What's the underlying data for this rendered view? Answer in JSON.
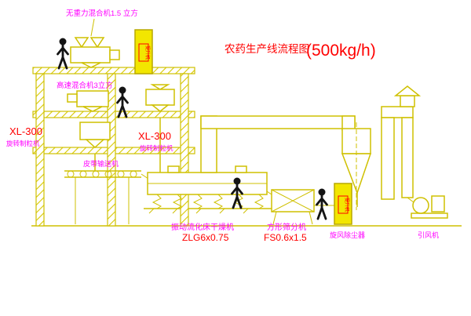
{
  "title": {
    "text": "农药生产线流程图",
    "capacity": "(500kg/h)"
  },
  "labels": {
    "gravity_mixer": "无重力混合机1.5 立方",
    "high_speed_mixer": "高速混合机3立方",
    "granulator_left_model": "XL-300",
    "granulator_left_name": "旋转制粒机",
    "granulator_mid_model": "XL-300",
    "granulator_mid_name": "旋转制粒机",
    "belt_conveyor": "皮带输送机",
    "dryer_name": "振动流化床干燥机",
    "dryer_model": "ZLG6x0.75",
    "sieve_name": "方形筛分机",
    "sieve_model": "FS0.6x1.5",
    "cyclone_name": "旋风除尘器",
    "fan_name": "引风机",
    "hoist1": "提升机",
    "hoist2": "提升机"
  },
  "colors": {
    "machinery_line": "#cfc000",
    "label_text": "#ff00ff",
    "model_text": "#ff0000",
    "figure": "#141414"
  }
}
